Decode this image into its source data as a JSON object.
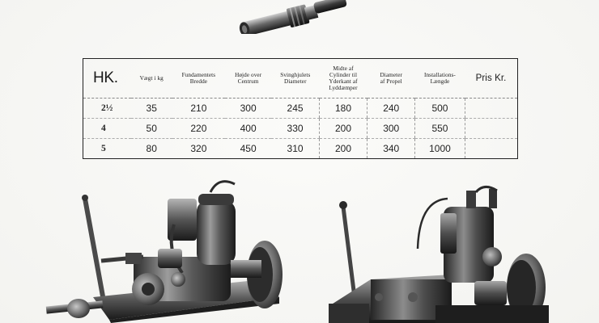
{
  "spec_table": {
    "headers": {
      "hk": "HK.",
      "weight": "Vægt i kg",
      "foundation_width": [
        "Fundamentets",
        "Bredde"
      ],
      "height_center": [
        "Højde over",
        "Centrum"
      ],
      "flywheel_diameter": [
        "Svinghjulets",
        "Diameter"
      ],
      "cylinder_center": [
        "Midte af",
        "Cylinder til",
        "Yderkant af",
        "Lyddæmper"
      ],
      "propeller_diameter": [
        "Diameter",
        "af Propel"
      ],
      "installation_length": [
        "Installations-",
        "Længde"
      ],
      "price": "Pris Kr."
    },
    "rows": [
      {
        "hk": "2½",
        "weight": "35",
        "foundation_width": "210",
        "height_center": "300",
        "flywheel_diameter": "245",
        "cylinder_center": "180",
        "propeller_diameter": "240",
        "installation_length": "500",
        "price": ""
      },
      {
        "hk": "4",
        "weight": "50",
        "foundation_width": "220",
        "height_center": "400",
        "flywheel_diameter": "330",
        "cylinder_center": "200",
        "propeller_diameter": "300",
        "installation_length": "550",
        "price": ""
      },
      {
        "hk": "5",
        "weight": "80",
        "foundation_width": "320",
        "height_center": "450",
        "flywheel_diameter": "310",
        "cylinder_center": "200",
        "propeller_diameter": "340",
        "installation_length": "1000",
        "price": ""
      }
    ]
  },
  "illustrations": {
    "shaft": "propeller-shaft-illustration",
    "engine_left": "marine-engine-illustration",
    "engine_right": "marine-engine-with-gearbox-illustration"
  },
  "colors": {
    "paper": "#f8f8f6",
    "ink": "#1a1a1a"
  }
}
